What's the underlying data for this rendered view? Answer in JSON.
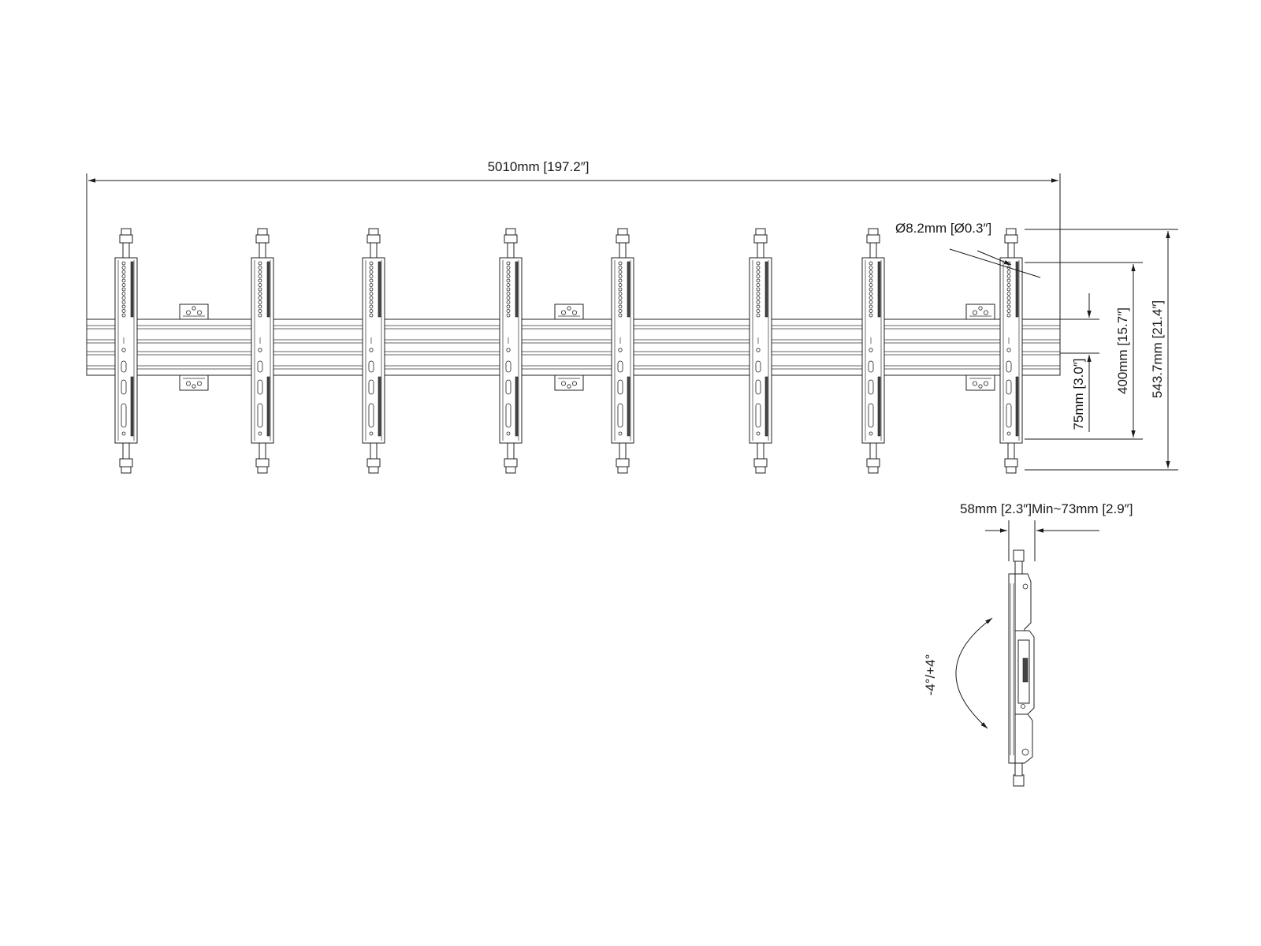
{
  "dimensions": {
    "overall_width": "5010mm [197.2″]",
    "hole_diameter": "Ø8.2mm [Ø0.3″]",
    "rail_height": "75mm [3.0″]",
    "mount_spacing": "400mm [15.7″]",
    "overall_height": "543.7mm [21.4″]",
    "depth": "58mm [2.3″]Min~73mm [2.9″]",
    "tilt": "-4°/+4°"
  },
  "front_view": {
    "bracket_count": 8,
    "clip_pair_count": 3
  },
  "colors": {
    "line": "#1a1a1a",
    "background": "#ffffff"
  }
}
